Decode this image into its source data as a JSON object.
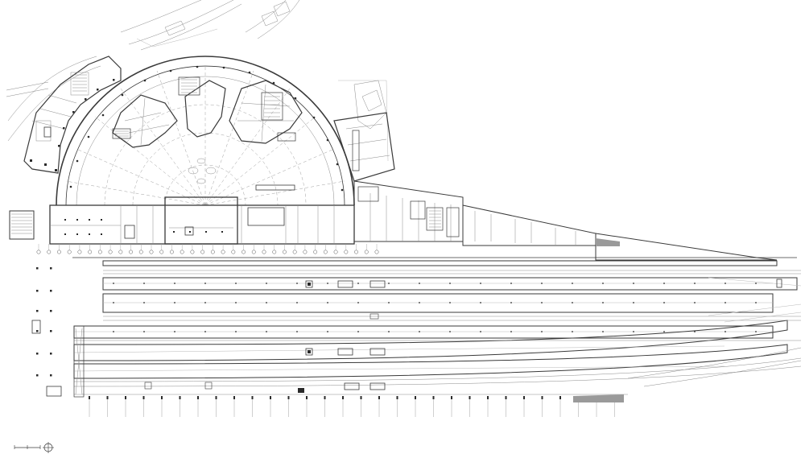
{
  "drawing": {
    "kind": "station ground floor plan",
    "scale_bar_label": "",
    "north_arrow": "north-arrow-icon",
    "platform_tracks": 6,
    "column_grid_count": 34,
    "colors": {
      "line": "#3a3a3a",
      "thin_line": "#8a8a8a",
      "faint_line": "#b8b8b8",
      "solid_fill": "#2a2a2a",
      "shaded_area": "#9a9a9a"
    }
  }
}
